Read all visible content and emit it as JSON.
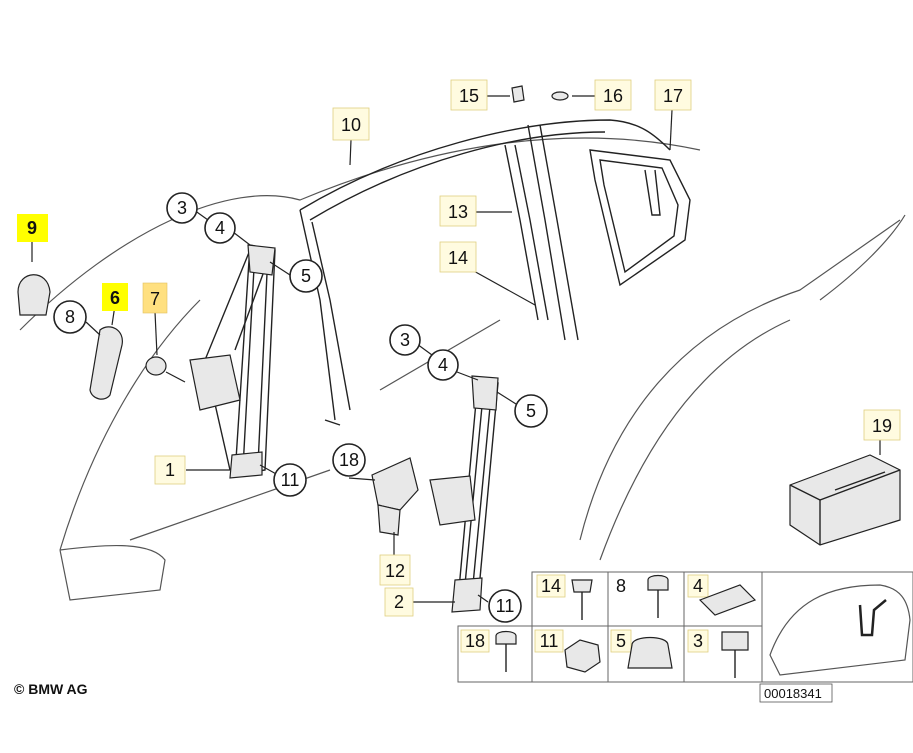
{
  "labels": {
    "l1": "1",
    "l2": "2",
    "l3a": "3",
    "l3b": "3",
    "l4a": "4",
    "l4b": "4",
    "l5a": "5",
    "l5b": "5",
    "l6": "6",
    "l7": "7",
    "l8": "8",
    "l9": "9",
    "l10": "10",
    "l11a": "11",
    "l11b": "11",
    "l12": "12",
    "l13": "13",
    "l14": "14",
    "l15": "15",
    "l16": "16",
    "l17": "17",
    "l18": "18",
    "l19": "19"
  },
  "legend": {
    "row1": [
      "14",
      "8",
      "4"
    ],
    "row2": [
      "18",
      "11",
      "5",
      "3"
    ]
  },
  "footer": {
    "copyright": "© BMW AG",
    "diagram_number": "00018341"
  },
  "highlight_colors": {
    "primary": "#ffff00",
    "secondary": "#ffe080"
  }
}
